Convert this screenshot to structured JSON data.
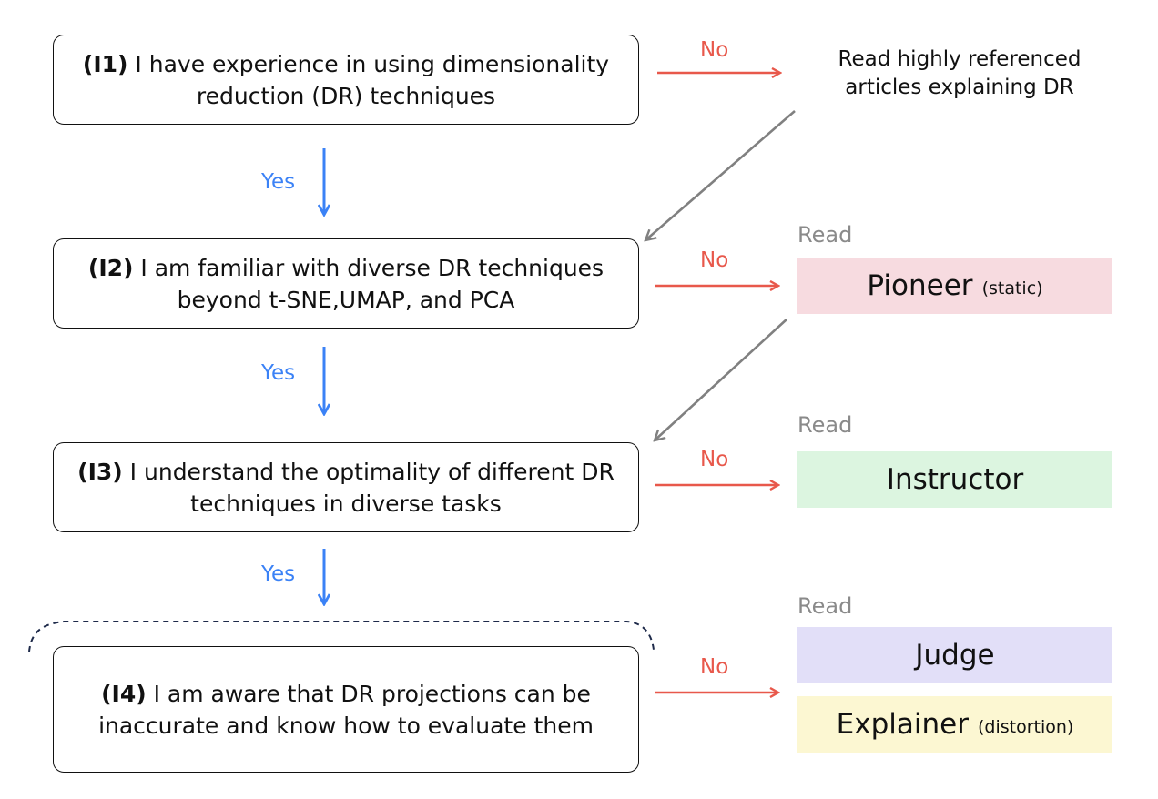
{
  "questions": {
    "q1": {
      "code": "(I1)",
      "text": " I have experience in using dimensionality reduction (DR)  techniques"
    },
    "q2": {
      "code": "(I2)",
      "text": " I am familiar with diverse DR techniques beyond t-SNE,UMAP, and PCA"
    },
    "q3": {
      "code": "(I3)",
      "text": " I understand the optimality of different DR techniques in diverse tasks"
    },
    "q4": {
      "code": "(I4)",
      "text": " I am aware that DR projections can be inaccurate and know how to evaluate them"
    }
  },
  "labels": {
    "yes": "Yes",
    "no": "No",
    "read": "Read"
  },
  "outcomes": {
    "articles": "Read highly referenced articles explaining DR",
    "pioneer": {
      "name": "Pioneer",
      "note": "(static)"
    },
    "instructor": {
      "name": "Instructor"
    },
    "judge": {
      "name": "Judge"
    },
    "explainer": {
      "name": "Explainer",
      "note": "(distortion)"
    }
  },
  "colors": {
    "no_arrow": "#e8584b",
    "yes_arrow": "#3b82f6",
    "back_arrow": "#808080",
    "pioneer_bg": "#f7dbe0",
    "instructor_bg": "#dcf5e0",
    "judge_bg": "#e2dff8",
    "explainer_bg": "#fcf7d2",
    "bracket": "#1e2a4a"
  }
}
